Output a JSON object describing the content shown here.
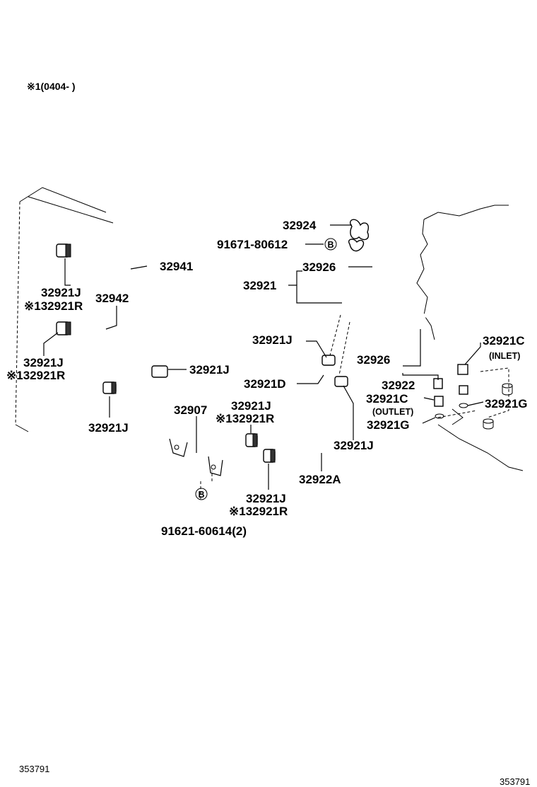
{
  "header": {
    "note": "※1(0404-   )"
  },
  "callouts": {
    "p32924": "32924",
    "p91671": "91671-80612",
    "p32941": "32941",
    "p32926a": "32926",
    "p32921": "32921",
    "p32921j_a": "32921J",
    "p32921r_a": "※132921R",
    "p32942": "32942",
    "p32921j_b": "32921J",
    "p32921r_b": "※132921R",
    "p32921j_c": "32921J",
    "p32921j_d": "32921J",
    "p32921j_e": "32921J",
    "p32921d": "32921D",
    "p32926b": "32926",
    "p32922": "32922",
    "p32921c_in": "32921C",
    "inlet": "(INLET)",
    "p32921g_a": "32921G",
    "p32921c_out": "32921C",
    "outlet": "(OUTLET)",
    "p32921g_b": "32921G",
    "p32907": "32907",
    "p32921j_f": "32921J",
    "p32921r_c": "※132921R",
    "p32921j_g": "32921J",
    "p32921j_h": "32921J",
    "p32921r_d": "※132921R",
    "p32922a": "32922A",
    "p91621": "91621-60614(2)",
    "bolt_ref_1": "B",
    "bolt_ref_2": "B"
  },
  "footer": {
    "ref_left": "353791",
    "ref_right": "353791"
  }
}
